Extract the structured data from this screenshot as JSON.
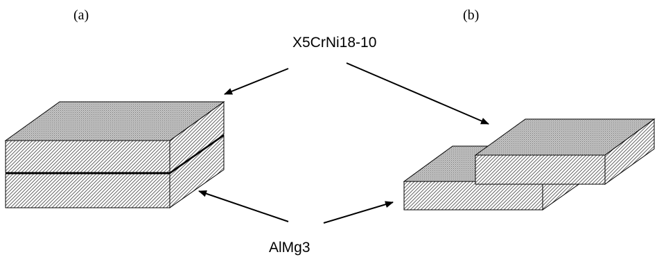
{
  "labels": {
    "panel_a": "(a)",
    "panel_b": "(b)",
    "top_material": "X5CrNi18-10",
    "bottom_material": "AlMg3"
  }
}
